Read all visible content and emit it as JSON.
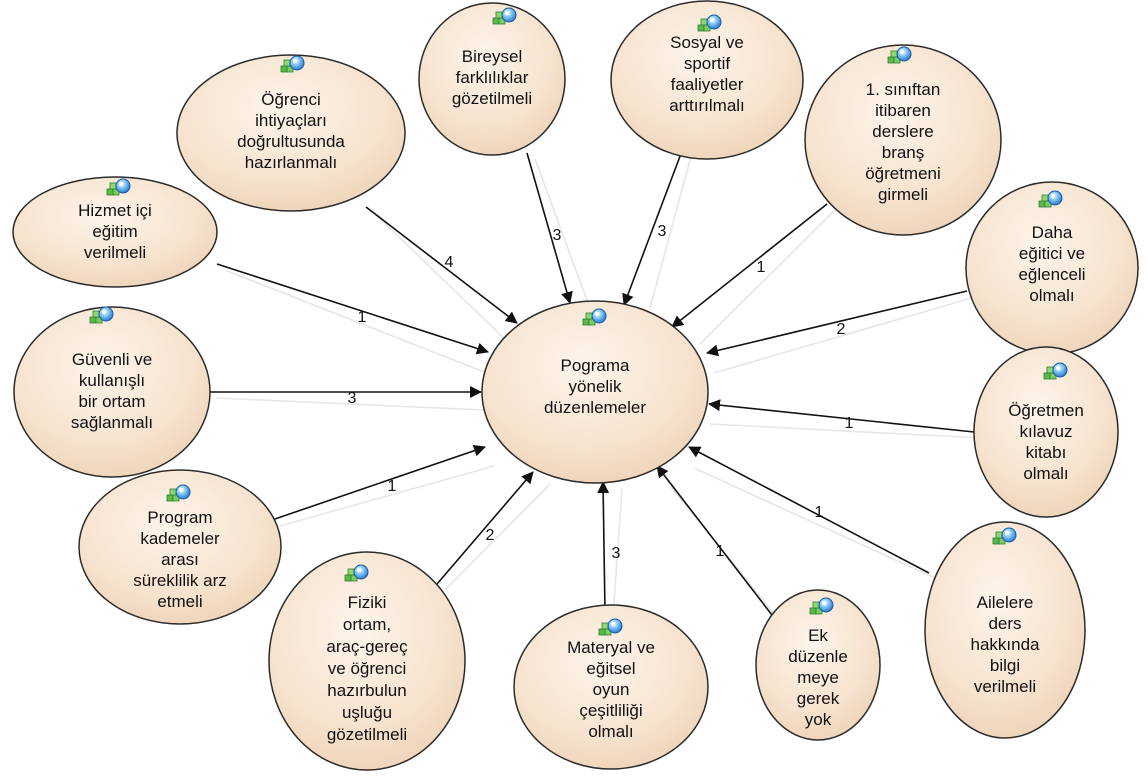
{
  "central": {
    "id": "center",
    "icon": "concept-icon",
    "lines": [
      "Pograma",
      "yönelik",
      "düzenlemeler"
    ]
  },
  "nodes": [
    {
      "id": "hizmet",
      "icon": "concept-icon",
      "lines": [
        "Hizmet içi",
        "eğitim",
        "verilmeli"
      ],
      "weight": "1"
    },
    {
      "id": "ogrenci",
      "icon": "concept-icon",
      "lines": [
        "Öğrenci",
        "ihtiyaçları",
        "doğrultusunda",
        "hazırlanmalı"
      ],
      "weight": "4"
    },
    {
      "id": "bireysel",
      "icon": "concept-icon",
      "lines": [
        "Bireysel",
        "farklılıklar",
        "gözetilmeli"
      ],
      "weight": "3"
    },
    {
      "id": "sosyal",
      "icon": "concept-icon",
      "lines": [
        "Sosyal ve",
        "sportif",
        "faaliyetler",
        "arttırılmalı"
      ],
      "weight": "3"
    },
    {
      "id": "sinif",
      "icon": "concept-icon",
      "lines": [
        "1. sınıftan",
        "itibaren",
        "derslere",
        "branş",
        "öğretmeni",
        "girmeli"
      ],
      "weight": "1"
    },
    {
      "id": "daha",
      "icon": "concept-icon",
      "lines": [
        "Daha",
        "eğitici ve",
        "eğlenceli",
        "olmalı"
      ],
      "weight": "2"
    },
    {
      "id": "ogretmen",
      "icon": "concept-icon",
      "lines": [
        "Öğretmen",
        "kılavuz",
        "kitabı",
        "olmalı"
      ],
      "weight": "1"
    },
    {
      "id": "ailelere",
      "icon": "concept-icon",
      "lines": [
        "Ailelere",
        "ders",
        "hakkında",
        "bilgi",
        "verilmeli"
      ],
      "weight": "1"
    },
    {
      "id": "ek",
      "icon": "concept-icon",
      "lines": [
        "Ek",
        "düzenle",
        "meye",
        "gerek",
        "yok"
      ],
      "weight": "1"
    },
    {
      "id": "materyal",
      "icon": "concept-icon",
      "lines": [
        "Materyal ve",
        "eğitsel",
        "oyun",
        "çeşitliliği",
        "olmalı"
      ],
      "weight": "3"
    },
    {
      "id": "fiziki",
      "icon": "concept-icon",
      "lines": [
        "Fiziki",
        "ortam,",
        "araç-gereç",
        "ve öğrenci",
        "hazırbulun",
        "uşluğu",
        "gözetilmeli"
      ],
      "weight": "2"
    },
    {
      "id": "program",
      "icon": "concept-icon",
      "lines": [
        "Program",
        "kademeler",
        "arası",
        "süreklilik arz",
        "etmeli"
      ],
      "weight": "1"
    },
    {
      "id": "guvenli",
      "icon": "concept-icon",
      "lines": [
        "Güvenli ve",
        "kullanışlı",
        "bir ortam",
        "sağlanmalı"
      ],
      "weight": "3"
    }
  ]
}
